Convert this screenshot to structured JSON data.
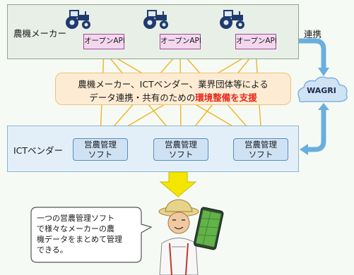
{
  "maker_panel": {
    "title": "農機メーカー"
  },
  "open_api_labels": [
    "オープンAPI",
    "オープンAPI",
    "オープンAPI"
  ],
  "renkei_label": "連携",
  "center_box": {
    "line1": "農機メーカー、ICTベンダー、業界団体等による",
    "line2_prefix": "データ連携・共有のための",
    "line2_highlight": "環境整備を支援"
  },
  "wagri_label": "WAGRI",
  "ict_panel": {
    "title": "ICTベンダー"
  },
  "software_boxes": [
    {
      "line1": "営農管理",
      "line2": "ソフト"
    },
    {
      "line1": "営農管理",
      "line2": "ソフト"
    },
    {
      "line1": "営農管理",
      "line2": "ソフト"
    }
  ],
  "speech_bubble": {
    "lines": [
      "一つの営農管理ソフト",
      "で様々なメーカーの農",
      "機データをまとめて管理",
      "できる。"
    ]
  },
  "colors": {
    "maker_panel_fill": "#e8efe6",
    "ict_panel_fill": "#e3eff8",
    "api_fill": "#f3d7ef",
    "api_border": "#a24c95",
    "center_fill": "#fdecd3",
    "highlight_text": "#e8261c",
    "connection_lines": "#f0b51c",
    "down_arrow": "#f5e600",
    "wagri_arrow": "#6aaee0",
    "tractor": "#1f3b6e"
  },
  "icons": [
    "tractor-icon",
    "cloud-icon",
    "down-arrow-icon",
    "farmer-icon",
    "tablet-icon"
  ]
}
